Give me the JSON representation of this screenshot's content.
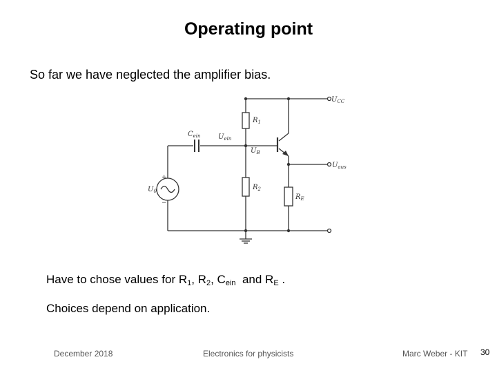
{
  "slide": {
    "title": "Operating point",
    "intro": "So far we have neglected the amplifier bias.",
    "task_prefix": "Have to chose values for R",
    "task_sep1": ", R",
    "task_sep2": ", C",
    "task_and": "and R",
    "task_end": ".",
    "sub_1": "1",
    "sub_2": "2",
    "sub_ein": "ein",
    "sub_E": "E",
    "choices": "Choices depend on application."
  },
  "circuit": {
    "labels": {
      "ucc": "U",
      "ucc_sub": "CC",
      "cein": "C",
      "cein_sub": "ein",
      "uein": "U",
      "uein_sub": "ein",
      "ub": "U",
      "ub_sub": "B",
      "r1": "R",
      "r1_sub": "1",
      "r2": "R",
      "r2_sub": "2",
      "re": "R",
      "re_sub": "E",
      "u0": "U",
      "u0_sub": "0",
      "uaus": "U",
      "uaus_sub": "aus",
      "plus": "+",
      "minus": "−"
    }
  },
  "footer": {
    "date": "December 2018",
    "course": "Electronics for physicists",
    "author": "Marc Weber - KIT",
    "page": "30"
  }
}
